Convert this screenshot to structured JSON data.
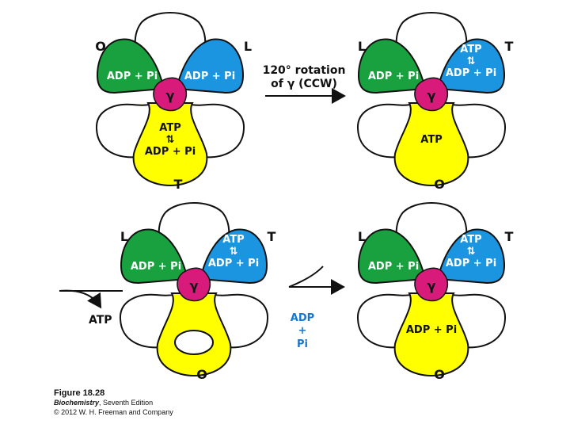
{
  "colors": {
    "O": "#1aa13f",
    "L": "#1aa13f",
    "T_blue": "#1b95e0",
    "T_yellow": "#ffff00",
    "empty": "#ffffff",
    "gamma": "#d81b7a",
    "arrow_text_blue": "#1b75c9"
  },
  "panels": [
    {
      "id": "top-left",
      "labels": {
        "left": "O",
        "right": "L",
        "bottom": "T"
      },
      "subunits": {
        "left": {
          "state": "green",
          "lines": [
            "ADP + Pi"
          ]
        },
        "right": {
          "state": "blue",
          "lines": [
            "ADP + Pi"
          ]
        },
        "bottom": {
          "state": "yellow",
          "lines": [
            "ATP",
            "⇅",
            "ADP + Pi"
          ]
        }
      },
      "gamma": "γ"
    },
    {
      "id": "top-right",
      "labels": {
        "left": "L",
        "right": "T",
        "bottom": "O"
      },
      "subunits": {
        "left": {
          "state": "green",
          "lines": [
            "ADP + Pi"
          ]
        },
        "right": {
          "state": "blue",
          "lines": [
            "ATP",
            "⇅",
            "ADP + Pi"
          ]
        },
        "bottom": {
          "state": "yellow",
          "lines": [
            "ATP"
          ]
        }
      },
      "gamma": "γ"
    },
    {
      "id": "bottom-left",
      "labels": {
        "left": "L",
        "right": "T",
        "bottom": "O"
      },
      "subunits": {
        "left": {
          "state": "green",
          "lines": [
            "ADP + Pi"
          ]
        },
        "right": {
          "state": "blue",
          "lines": [
            "ATP",
            "⇅",
            "ADP + Pi"
          ]
        },
        "bottom": {
          "state": "yellow-empty",
          "lines": []
        }
      },
      "gamma": "γ"
    },
    {
      "id": "bottom-right",
      "labels": {
        "left": "L",
        "right": "T",
        "bottom": "O"
      },
      "subunits": {
        "left": {
          "state": "green",
          "lines": [
            "ADP + Pi"
          ]
        },
        "right": {
          "state": "blue",
          "lines": [
            "ATP",
            "⇅",
            "ADP + Pi"
          ]
        },
        "bottom": {
          "state": "yellow",
          "lines": [
            "ADP + Pi"
          ]
        }
      },
      "gamma": "γ"
    }
  ],
  "arrows": {
    "rotation": {
      "line1": "120° rotation",
      "line2": "of γ (CCW)"
    },
    "atp_in": "ATP",
    "release": [
      "ADP",
      "+",
      "Pi"
    ]
  },
  "caption": {
    "figure": "Figure 18.28",
    "book_title": "Biochemistry",
    "book_edition": ", Seventh Edition",
    "copyright": "© 2012 W. H. Freeman and Company"
  }
}
